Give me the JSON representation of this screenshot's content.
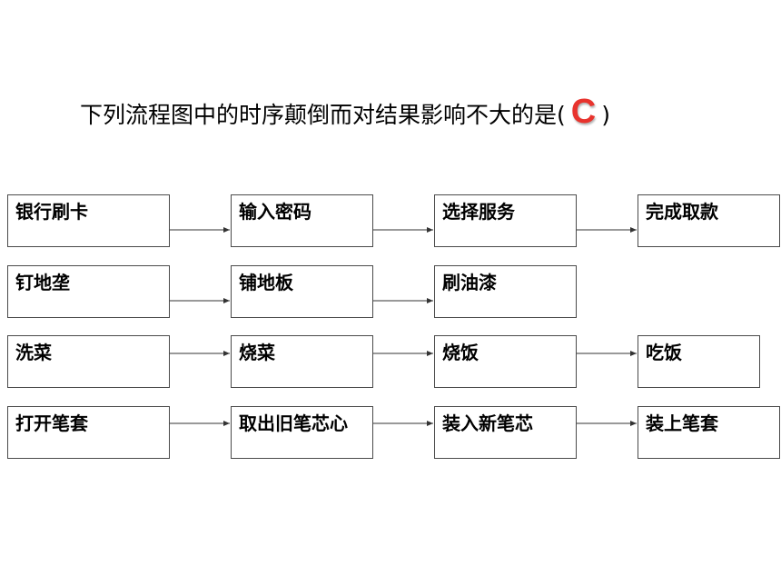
{
  "question": {
    "text": "下列流程图中的时序颠倒而对结果影响不大的是(",
    "answer": "C",
    "close": ")"
  },
  "rows": [
    {
      "steps": [
        "银行刷卡",
        "输入密码",
        "选择服务",
        "完成取款"
      ]
    },
    {
      "steps": [
        "钉地垄",
        "铺地板",
        "刷油漆"
      ]
    },
    {
      "steps": [
        "洗菜",
        "烧菜",
        "烧饭",
        "吃饭"
      ]
    },
    {
      "steps": [
        "打开笔套",
        "取出旧笔芯心",
        "装入新笔芯",
        "装上笔套"
      ]
    }
  ],
  "colors": {
    "answer": "#e8332d",
    "border": "#4a4a4a",
    "arrow": "#333333"
  }
}
